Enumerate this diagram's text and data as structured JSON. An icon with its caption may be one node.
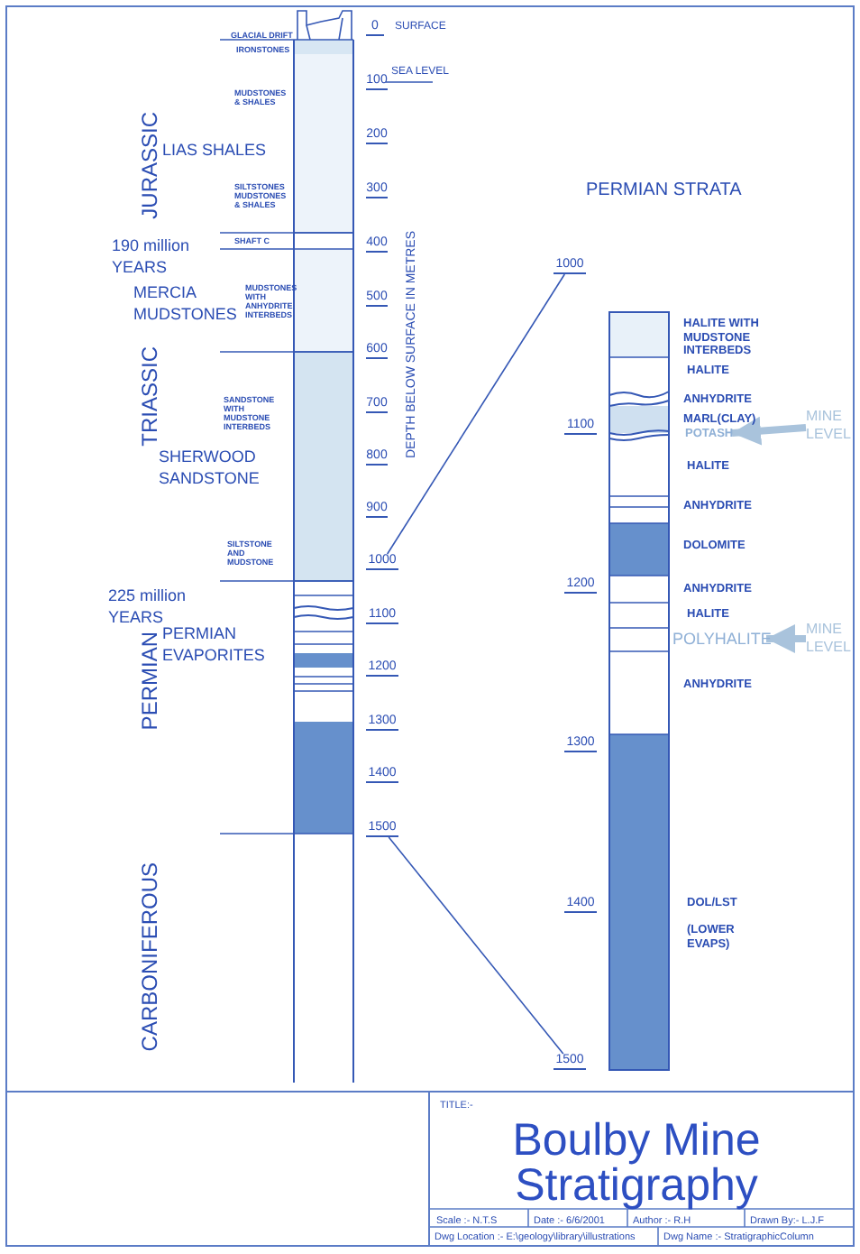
{
  "diagram": {
    "title": "Boulby Mine Stratigraphy",
    "nodes": [
      {
        "text": [
          "1000"
        ]
      },
      {
        "text": [
          "1500"
        ]
      },
      {
        "text": [
          "1000"
        ]
      },
      {
        "text": [
          "1500"
        ]
      },
      {
        "text": [
          "POTASH"
        ]
      },
      {
        "text": [
          "POLYHALITE"
        ]
      },
      {
        "text": [
          "MINE LEVEL"
        ]
      },
      {
        "text": [
          "MINE LEVEL"
        ]
      }
    ],
    "edges": [
      {
        "from": 0,
        "to": 2,
        "arrow": "none"
      },
      {
        "from": 1,
        "to": 3,
        "arrow": "none"
      },
      {
        "from": 6,
        "to": 4,
        "arrow": "to",
        "style": "thick",
        "color": "#a9c3dc"
      },
      {
        "from": 7,
        "to": 5,
        "arrow": "to",
        "style": "thick",
        "color": "#a9c3dc"
      }
    ],
    "labels": [
      "0",
      "SURFACE",
      "GLACIAL DRIFT",
      "IRONSTONES",
      "100",
      "SEA LEVEL",
      "MUDSTONES & SHALES",
      "JURASSIC",
      "200",
      "LIAS SHALES",
      "SILTSTONES MUDSTONES & SHALES",
      "300",
      "PERMIAN STRATA",
      "190 million YEARS",
      "SHAFT C",
      "400",
      "DEPTH BELOW SURFACE IN METRES",
      "MERCIA MUDSTONES",
      "MUDSTONES WITH ANHYDRITE INTERBEDS",
      "500",
      "600",
      "TRIASSIC",
      "SANDSTONE WITH MUDSTONE INTERBEDS",
      "700",
      "SHERWOOD SANDSTONE",
      "800",
      "900",
      "SILTSTONE AND MUDSTONE",
      "225 million YEARS",
      "1100",
      "PERMIAN",
      "PERMIAN EVAPORITES",
      "1200",
      "1300",
      "1400",
      "CARBONIFEROUS",
      "1100",
      "1200",
      "1300",
      "1400",
      "HALITE WITH MUDSTONE INTERBEDS",
      "HALITE",
      "ANHYDRITE",
      "MARL(CLAY)",
      "HALITE",
      "ANHYDRITE",
      "DOLOMITE",
      "ANHYDRITE",
      "HALITE",
      "ANHYDRITE",
      "DOL/LST",
      "(LOWER EVAPS)",
      "TITLE:-",
      "Scale :- N.T.S",
      "Date :- 6/6/2001",
      "Author :- R.H",
      "Drawn By:- L.J.F",
      "Dwg Location :- E:\\geology\\library\\illustrations",
      "Dwg Name :- StratigraphicColumn"
    ]
  }
}
